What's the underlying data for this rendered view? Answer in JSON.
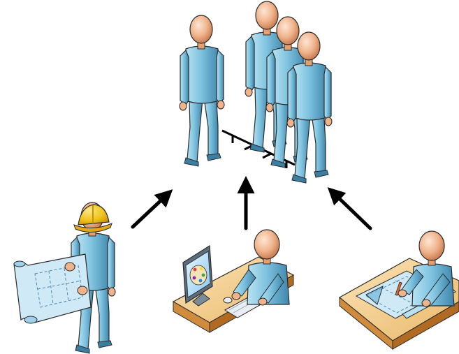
{
  "diagram": {
    "kind": "isometric-people-diagram",
    "background_color": "#ffffff",
    "palette": {
      "body": "#7fc3e0",
      "body_light": "#b8e2f2",
      "body_dark": "#3a7ea2",
      "head": "#f0b48c",
      "head_light": "#fbe0cb",
      "head_dark": "#c4764a",
      "helmet": "#f0c419",
      "helmet_dark": "#c9900b",
      "desk_top": "#f6d49a",
      "desk_side": "#c97d2c",
      "blueprint": "#cfe9f7",
      "blueprint_line": "#4c88b0",
      "arrow": "#000000",
      "outline": "#2b2b2b"
    },
    "group": {
      "people": [
        {
          "role": "team-leader"
        },
        {
          "role": "team-member"
        },
        {
          "role": "team-member"
        },
        {
          "role": "team-member"
        }
      ],
      "connector": "org-bracket"
    },
    "contributors": [
      {
        "role": "construction-worker",
        "icon": "hard-hat-with-blueprint"
      },
      {
        "role": "designer",
        "icon": "computer-with-paint-palette"
      },
      {
        "role": "draftsman",
        "icon": "drafting-table-with-ruler"
      }
    ],
    "arrows": [
      {
        "from": "construction-worker",
        "to": "team",
        "direction": "up-right"
      },
      {
        "from": "designer",
        "to": "team",
        "direction": "up"
      },
      {
        "from": "draftsman",
        "to": "team",
        "direction": "up-left"
      }
    ]
  }
}
